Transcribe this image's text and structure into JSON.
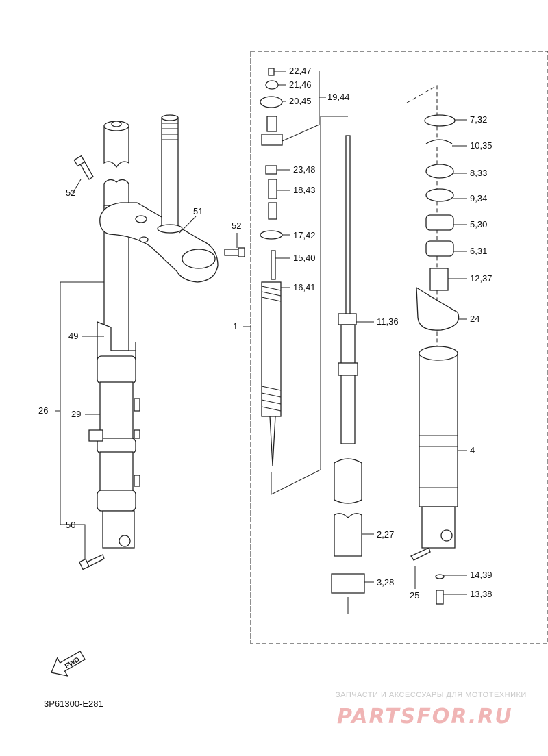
{
  "diagram": {
    "callouts": {
      "c1": "1",
      "c2_27": "2,27",
      "c3_28": "3,28",
      "c4": "4",
      "c5_30": "5,30",
      "c6_31": "6,31",
      "c7_32": "7,32",
      "c8_33": "8,33",
      "c9_34": "9,34",
      "c10_35": "10,35",
      "c11_36": "11,36",
      "c12_37": "12,37",
      "c13_38": "13,38",
      "c14_39": "14,39",
      "c15_40": "15,40",
      "c16_41": "16,41",
      "c17_42": "17,42",
      "c18_43": "18,43",
      "c19_44": "19,44",
      "c20_45": "20,45",
      "c21_46": "21,46",
      "c22_47": "22,47",
      "c23_48": "23,48",
      "c24": "24",
      "c25": "25",
      "c26": "26",
      "c29": "29",
      "c49": "49",
      "c50": "50",
      "c51": "51",
      "c52a": "52",
      "c52b": "52"
    },
    "fwd_marker": "FWD",
    "diagram_code": "3P61300-E281"
  },
  "watermark": {
    "tagline": "ЗАПЧАСТИ И АКСЕССУАРЫ ДЛЯ МОТОТЕХНИКИ",
    "logo": "PARTSFOR.RU"
  }
}
